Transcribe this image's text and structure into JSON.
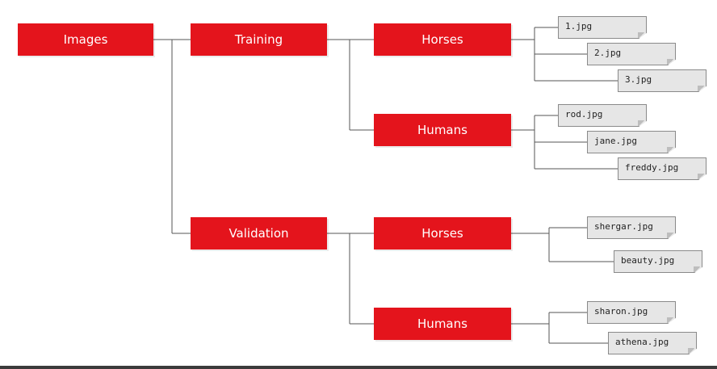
{
  "colors": {
    "node_fill": "#e4141c",
    "node_text": "#ffffff",
    "file_fill": "#e6e6e6",
    "connector": "#555555"
  },
  "tree": {
    "root": {
      "label": "Images"
    },
    "training": {
      "label": "Training",
      "horses": {
        "label": "Horses",
        "files": [
          "1.jpg",
          "2.jpg",
          "3.jpg"
        ]
      },
      "humans": {
        "label": "Humans",
        "files": [
          "rod.jpg",
          "jane.jpg",
          "freddy.jpg"
        ]
      }
    },
    "validation": {
      "label": "Validation",
      "horses": {
        "label": "Horses",
        "files": [
          "shergar.jpg",
          "beauty.jpg"
        ]
      },
      "humans": {
        "label": "Humans",
        "files": [
          "sharon.jpg",
          "athena.jpg"
        ]
      }
    }
  }
}
